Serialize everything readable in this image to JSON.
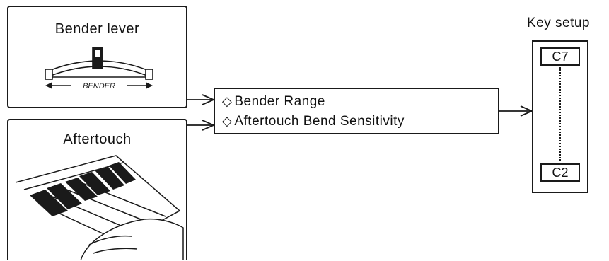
{
  "bender_box": {
    "title": "Bender lever",
    "lever_text": "BENDER"
  },
  "aftertouch_box": {
    "title": "Aftertouch"
  },
  "params_box": {
    "lines": [
      {
        "symbol": "◇",
        "text": "Bender Range"
      },
      {
        "symbol": "◇",
        "text": "Aftertouch Bend Sensitivity"
      }
    ]
  },
  "key_setup": {
    "label": "Key setup",
    "top_key": "C7",
    "bottom_key": "C2"
  }
}
